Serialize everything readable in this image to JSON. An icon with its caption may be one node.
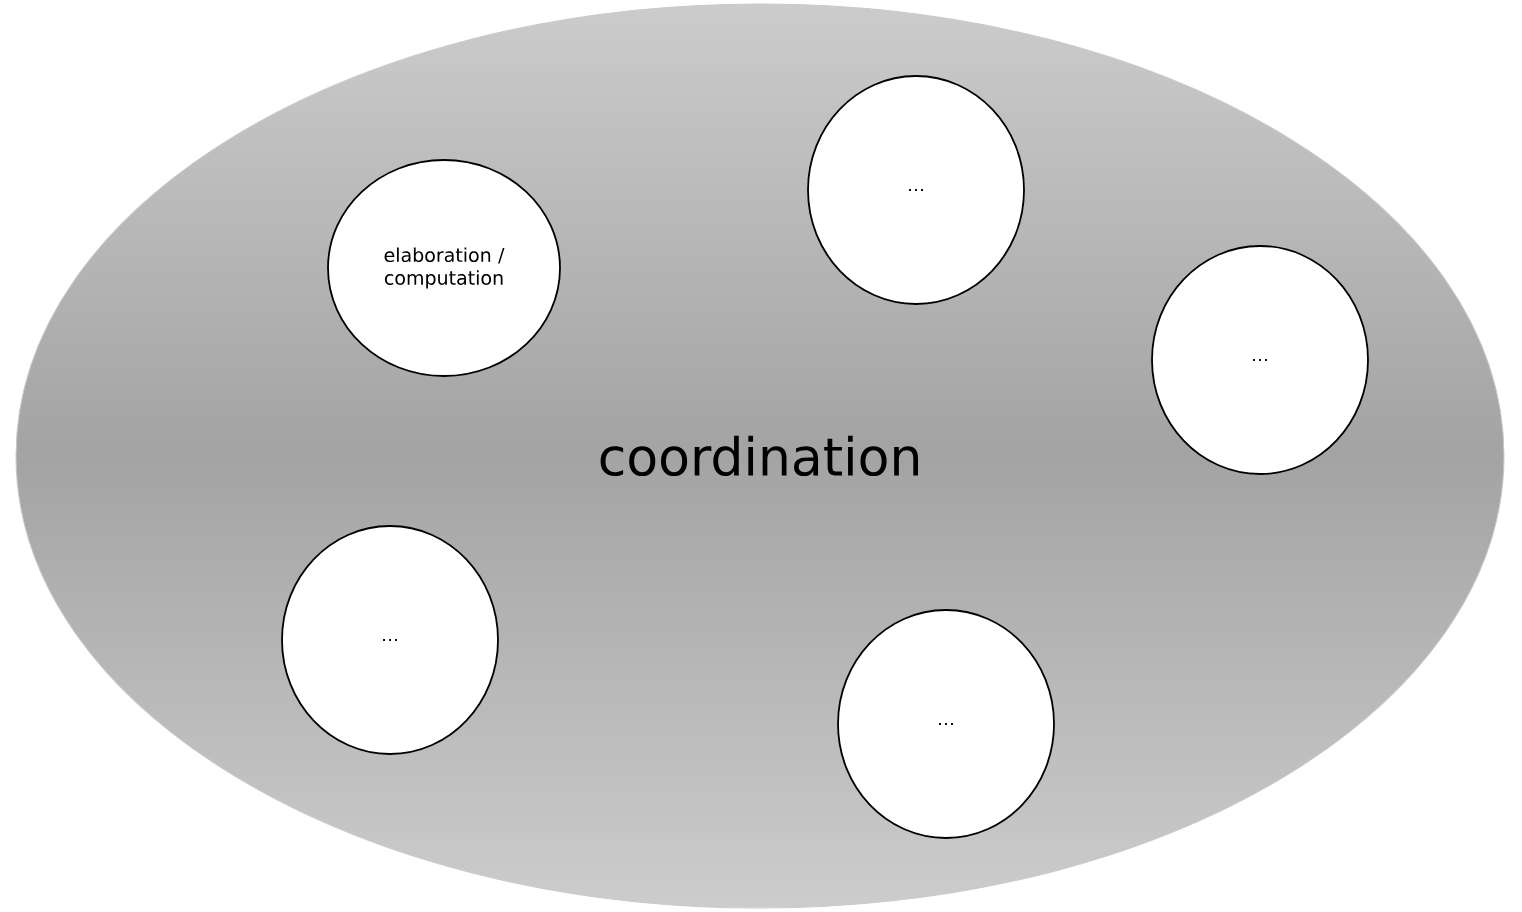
{
  "diagram": {
    "nodes": [
      {
        "text": [
          "coordination"
        ]
      },
      {
        "text": [
          "elaboration / computation"
        ],
        "in": 0
      },
      {
        "text": [
          "…"
        ],
        "in": 0
      },
      {
        "text": [
          "…"
        ],
        "in": 0
      },
      {
        "text": [
          "…"
        ],
        "in": 0
      },
      {
        "text": [
          "…"
        ],
        "in": 0
      }
    ]
  }
}
